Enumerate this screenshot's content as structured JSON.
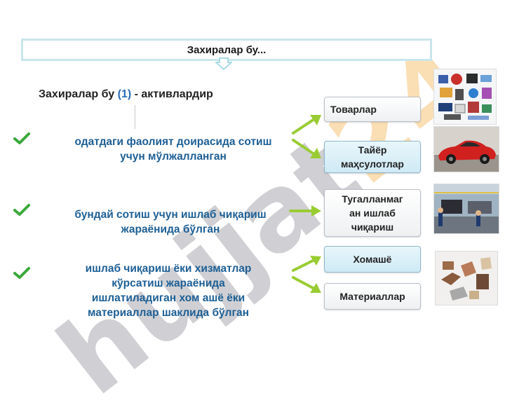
{
  "watermark": {
    "part1": "hujjat",
    "part2": "24"
  },
  "title": "Захиралар бу...",
  "subtitle": {
    "prefix": "Захиралар бу ",
    "num": "(1)",
    "suffix": " - активлардир"
  },
  "items": [
    {
      "line1": "одатдаги фаолият доирасида сотиш",
      "line2": "учун мўлжалланган"
    },
    {
      "line1": "бундай сотиш учун ишлаб чиқариш",
      "line2": "жараёнида бўлган"
    },
    {
      "line1": "ишлаб чиқариш ёки хизматлар",
      "line2": "кўрсатиш жараёнида",
      "line3": "ишлатиладиган хом ашё ёки",
      "line4": "материаллар шаклида бўлган"
    }
  ],
  "categories": {
    "goods": "Товарлар",
    "finished_1": "Тайёр",
    "finished_2": "маҳсулотлар",
    "wip_1": "Тугалланмаг",
    "wip_2": "ан ишлаб",
    "wip_3": "чиқариш",
    "raw": "Хомашё",
    "materials": "Материаллар"
  },
  "colors": {
    "accent_blue": "#1d5f95",
    "check_green": "#3aa83a",
    "arrow_green": "#99cc33",
    "title_border": "#c9e6ec"
  }
}
